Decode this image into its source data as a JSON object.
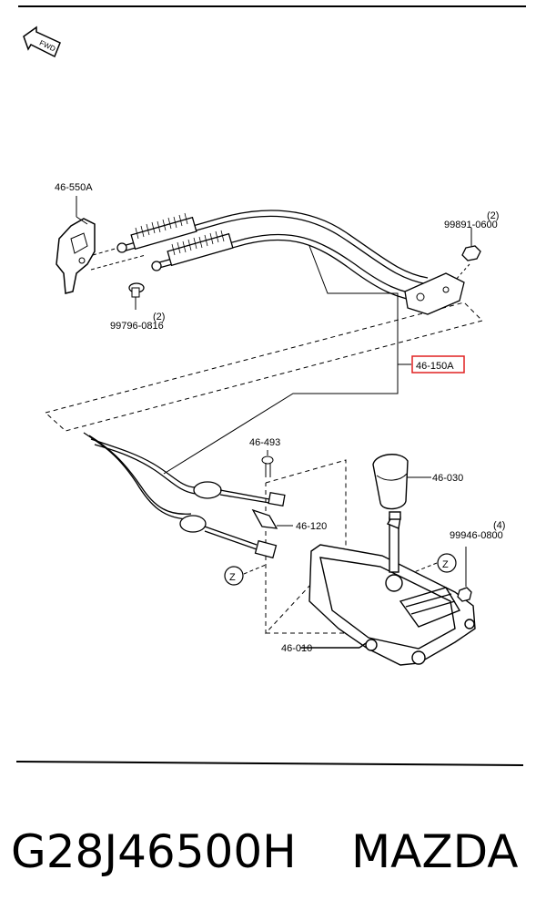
{
  "diagram": {
    "fwd_label": "FWD",
    "labels": {
      "bracket": "46-550A",
      "nut_top": "99891-0600",
      "nut_top_qty": "(2)",
      "bolt_left": "99796-0816",
      "bolt_left_qty": "(2)",
      "cable_assy": "46-150A",
      "screw": "46-493",
      "knob": "46-030",
      "clip": "46-120",
      "nut_right": "99946-0800",
      "nut_right_qty": "(4)",
      "z_left": "Z",
      "z_right": "Z",
      "shifter": "46-010"
    },
    "colors": {
      "highlight": "#e02020",
      "ink": "#000000"
    }
  },
  "footer": {
    "part_number": "G28J46500H",
    "brand": "MAZDA"
  }
}
